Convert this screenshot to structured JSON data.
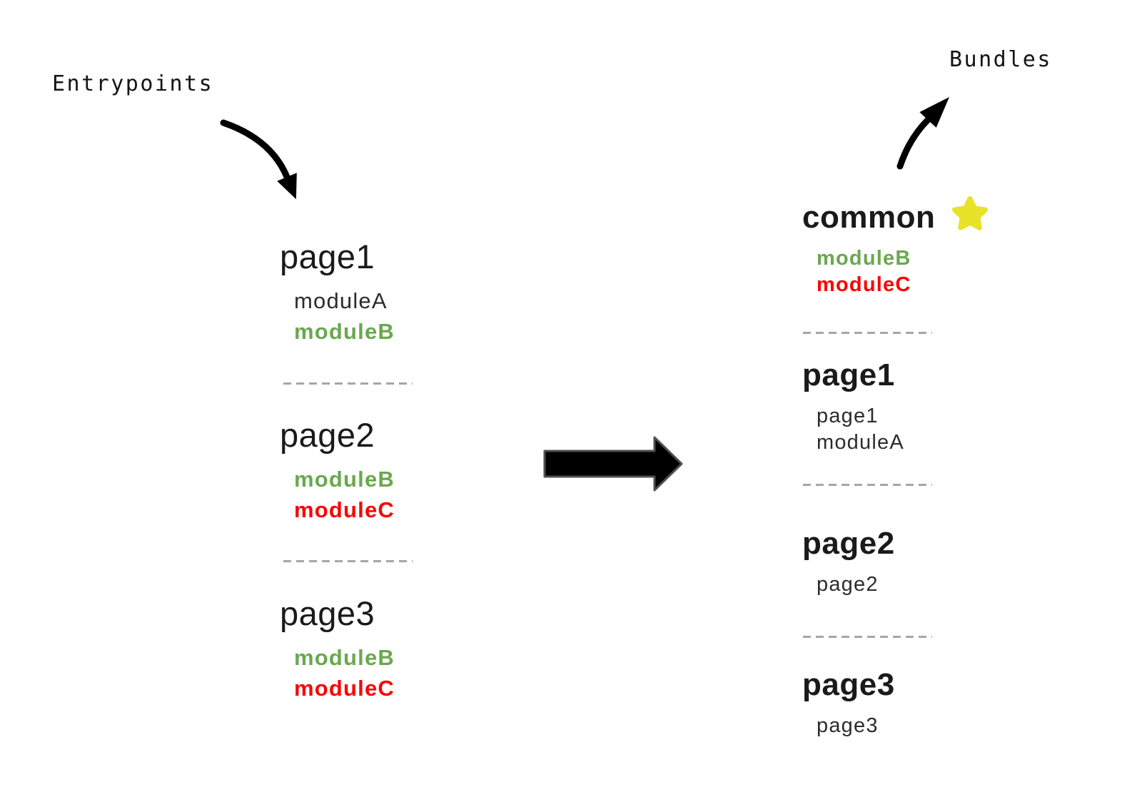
{
  "labels": {
    "entrypoints": "Entrypoints",
    "bundles": "Bundles"
  },
  "colors": {
    "module_green": "#6aa84f",
    "module_red": "#fb0404",
    "text_dark": "#1a1a1a",
    "text_item": "#2c2c2c",
    "dash_gray": "#a6a6a6",
    "star_yellow": "#e8e228",
    "arrow_black": "#000000",
    "arrow_outline": "#4f4f4f"
  },
  "entrypoints": [
    {
      "name": "page1",
      "starred": false,
      "modules": [
        {
          "label": "moduleA",
          "emphasis": "plain"
        },
        {
          "label": "moduleB",
          "emphasis": "green"
        }
      ]
    },
    {
      "name": "page2",
      "starred": false,
      "modules": [
        {
          "label": "moduleB",
          "emphasis": "green"
        },
        {
          "label": "moduleC",
          "emphasis": "red"
        }
      ]
    },
    {
      "name": "page3",
      "starred": false,
      "modules": [
        {
          "label": "moduleB",
          "emphasis": "green"
        },
        {
          "label": "moduleC",
          "emphasis": "red"
        }
      ]
    }
  ],
  "bundles": [
    {
      "name": "common",
      "starred": true,
      "modules": [
        {
          "label": "moduleB",
          "emphasis": "green"
        },
        {
          "label": "moduleC",
          "emphasis": "red"
        }
      ]
    },
    {
      "name": "page1",
      "starred": false,
      "modules": [
        {
          "label": "page1",
          "emphasis": "plain"
        },
        {
          "label": "moduleA",
          "emphasis": "plain"
        }
      ]
    },
    {
      "name": "page2",
      "starred": false,
      "modules": [
        {
          "label": "page2",
          "emphasis": "plain"
        }
      ]
    },
    {
      "name": "page3",
      "starred": false,
      "modules": [
        {
          "label": "page3",
          "emphasis": "plain"
        }
      ]
    }
  ]
}
